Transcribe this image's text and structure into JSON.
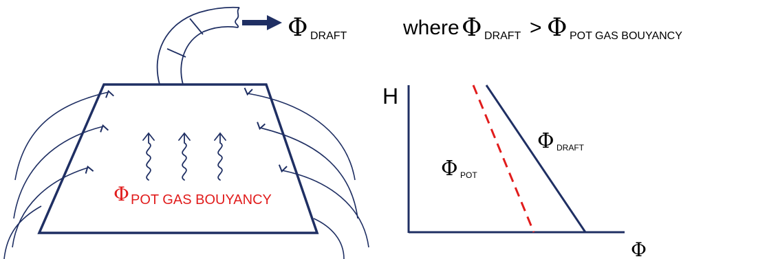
{
  "labels": {
    "phi_symbol": "Φ",
    "draft_sub": "DRAFT",
    "where_word": "where",
    "greater_than": ">",
    "pot_gas_bouyancy_sub": "POT GAS BOUYANCY",
    "pot_sub": "POT",
    "h_axis": "H",
    "phi_axis": "Φ"
  },
  "colors": {
    "outline": "#1f2f63",
    "red": "#e11c1c",
    "black": "#000000"
  },
  "icons": {
    "flow_arrow": "right-arrow-icon",
    "chimney": "curved-flue-pipe",
    "buoyancy_waves": "wavy-up-arrows",
    "air_inflow": "curved-air-flow-arrows"
  }
}
